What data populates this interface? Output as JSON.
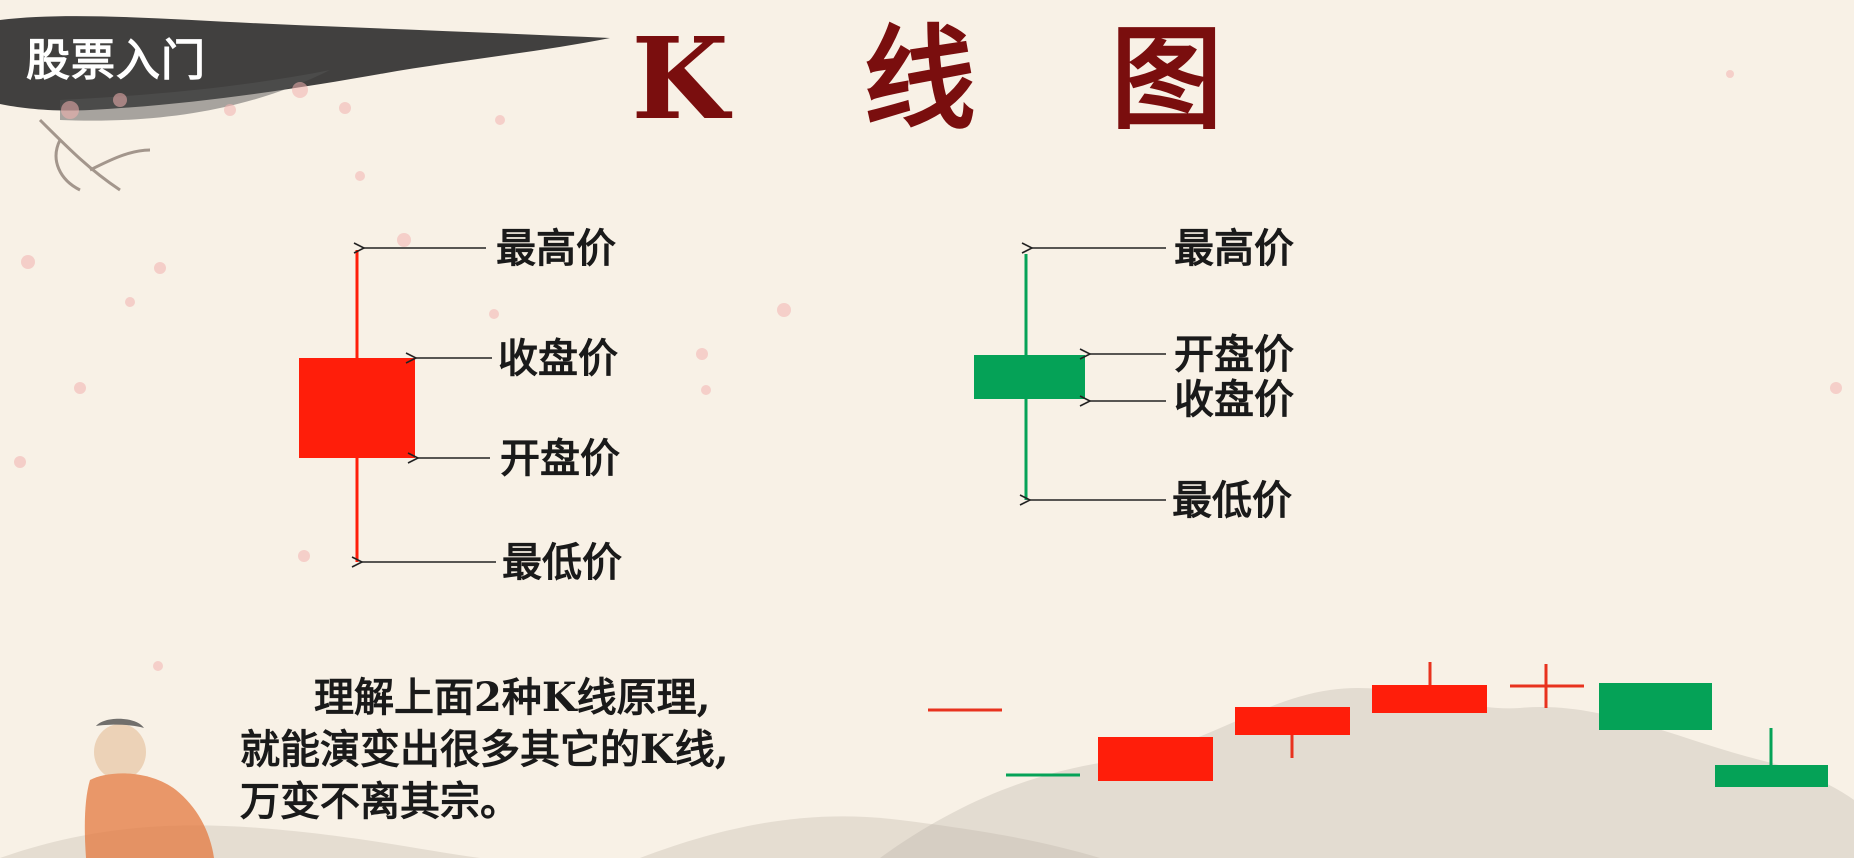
{
  "brand": "股票入门",
  "title": "K 线 图",
  "red_candle": {
    "high_label": "最高价",
    "close_label": "收盘价",
    "open_label": "开盘价",
    "low_label": "最低价",
    "color": "#ff1e0a"
  },
  "green_candle": {
    "high_label": "最高价",
    "open_label": "开盘价",
    "close_label": "收盘价",
    "low_label": "最低价",
    "color": "#05a257"
  },
  "note": {
    "line1": "理解上面2种K线原理,",
    "line2": "就能演变出很多其它的K线,",
    "line3": "万变不离其宗。"
  },
  "colors": {
    "background": "#f8f1e6",
    "title": "#7a0e0e",
    "up": "#ff1e0a",
    "down": "#05a257",
    "arrow": "#222222"
  }
}
